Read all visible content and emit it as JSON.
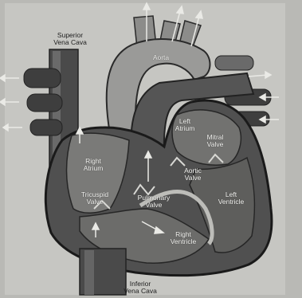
{
  "diagram": {
    "labels": {
      "superior_vena_cava": "Superior\nVena Cava",
      "aorta": "Aorta",
      "left_atrium": "Left\nAtrium",
      "mitral_valve": "Mitral\nValve",
      "right_atrium": "Right\nAtrium",
      "tricuspid_valve": "Tricuspid\nValve",
      "pulmonary_valve": "Pulmonary\nValve",
      "aortic_valve": "Aortic\nValve",
      "left_ventricle": "Left\nVentricle",
      "right_ventricle": "Right\nVentricle",
      "inferior_vena_cava": "Inferior\nVena Cava"
    }
  }
}
